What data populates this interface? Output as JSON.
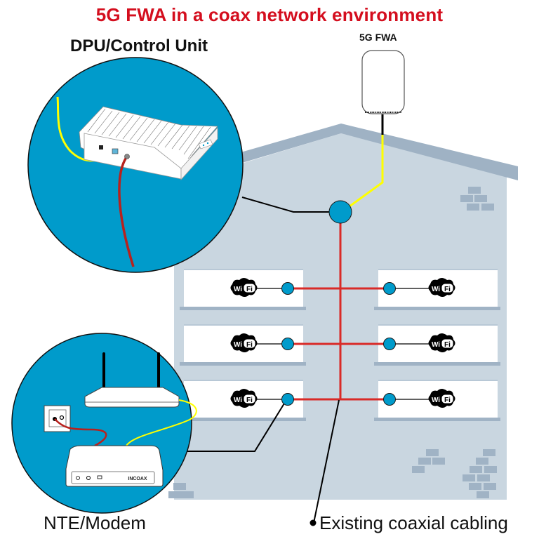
{
  "title": "5G FWA in a coax network environment",
  "labels": {
    "dpu": "DPU/Control Unit",
    "fwa": "5G FWA",
    "nte": "NTE/Modem",
    "coax": "Existing coaxial cabling"
  },
  "devices": {
    "nte_brand": "INCOAX",
    "wifi_left": "Wi",
    "wifi_right": "Fi"
  },
  "floors": [
    {
      "name": "floor-top",
      "rooms": [
        "left",
        "right"
      ]
    },
    {
      "name": "floor-middle",
      "rooms": [
        "left",
        "right"
      ]
    },
    {
      "name": "floor-bottom",
      "rooms": [
        "left",
        "right"
      ]
    }
  ],
  "colors": {
    "title_red": "#d40e1e",
    "coax_red": "#d92a27",
    "ethernet_yellow": "#ffff00",
    "node_blue": "#009bcb",
    "building": "#c9d6e0",
    "roof": "#9fb2c4"
  }
}
